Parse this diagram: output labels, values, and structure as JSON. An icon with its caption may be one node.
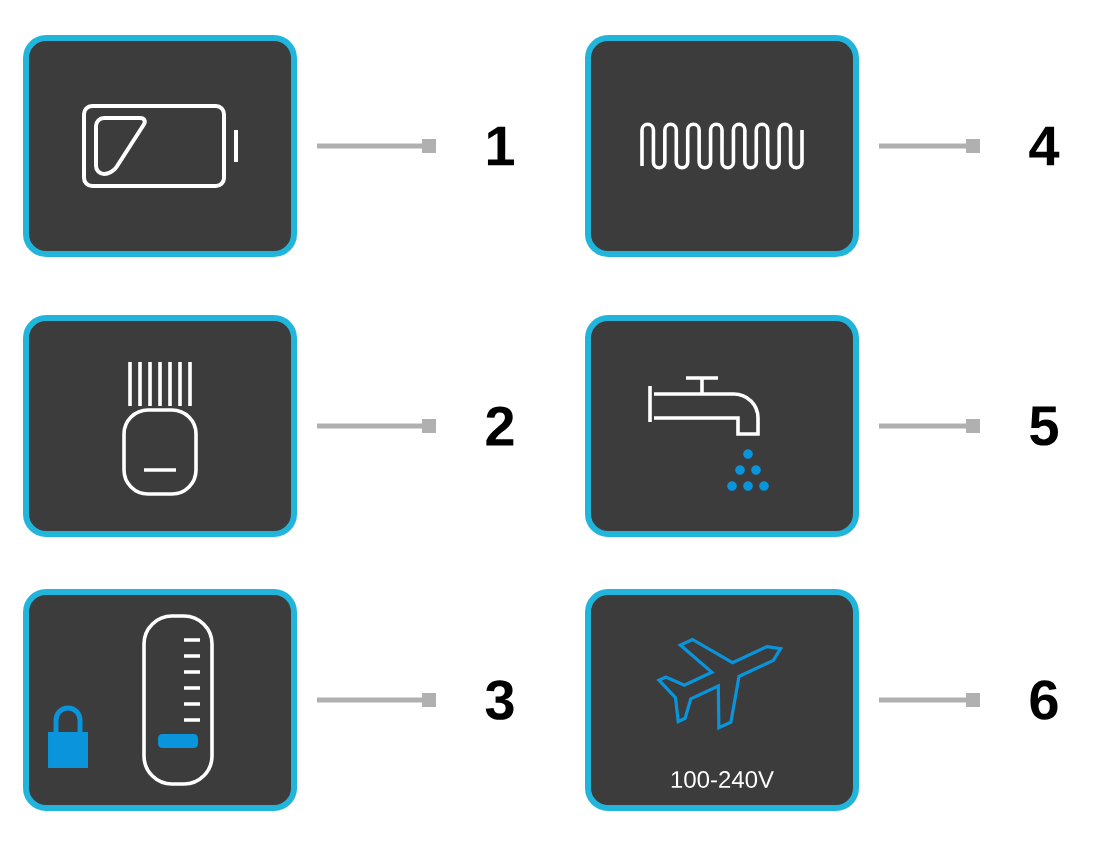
{
  "diagram": {
    "nodes": [
      {
        "text": [],
        "shape": "picture"
      },
      {
        "text": [
          "1"
        ]
      },
      {
        "text": [],
        "shape": "picture"
      },
      {
        "text": [
          "4"
        ]
      },
      {
        "text": [],
        "shape": "picture"
      },
      {
        "text": [
          "2"
        ]
      },
      {
        "text": [],
        "shape": "picture"
      },
      {
        "text": [
          "5"
        ]
      },
      {
        "text": [],
        "shape": "picture"
      },
      {
        "text": [
          "3"
        ]
      },
      {
        "text": [
          "100-240V"
        ]
      },
      {
        "text": [
          "6"
        ]
      }
    ],
    "edges": [
      {
        "from": 0,
        "to": 1,
        "arrow": "other"
      },
      {
        "from": 2,
        "to": 3,
        "arrow": "other"
      },
      {
        "from": 4,
        "to": 5,
        "arrow": "other"
      },
      {
        "from": 6,
        "to": 7,
        "arrow": "other"
      },
      {
        "from": 8,
        "to": 9,
        "arrow": "other"
      },
      {
        "from": 10,
        "to": 11,
        "arrow": "other"
      }
    ]
  }
}
